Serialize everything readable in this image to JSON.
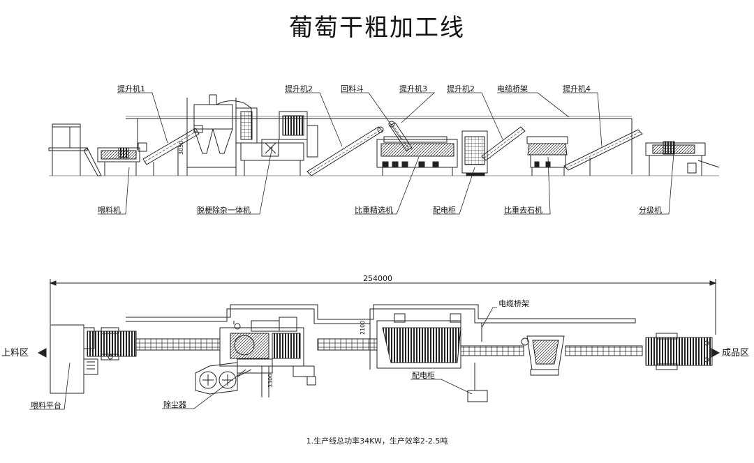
{
  "title": "葡萄干粗加工线",
  "note": "1.生产线总功率34KW，生产效率2-2.5吨",
  "elevation_labels": {
    "elevator_1": "提升机1",
    "elevator_2a": "提升机2",
    "return_hopper": "回料斗",
    "elevator_3": "提升机3",
    "elevator_2b": "提升机2",
    "cable_tray": "电缆桥架",
    "elevator_4": "提升机4",
    "feeder": "喂料机",
    "destemmer": "脱梗除杂一体机",
    "gravity_selector": "比重精选机",
    "control_cabinet": "配电柜",
    "gravity_destoner": "比重去石机",
    "grader": "分级机",
    "dim_height": "3050"
  },
  "plan_labels": {
    "total_length": "254000",
    "cable_tray": "电缆桥架",
    "loading_area": "上料区",
    "product_area": "成品区",
    "control_cabinet": "配电柜",
    "feed_platform": "喂料平台",
    "dust_collector": "除尘器",
    "dim_3300": "3300",
    "dim_2100": "2100"
  }
}
